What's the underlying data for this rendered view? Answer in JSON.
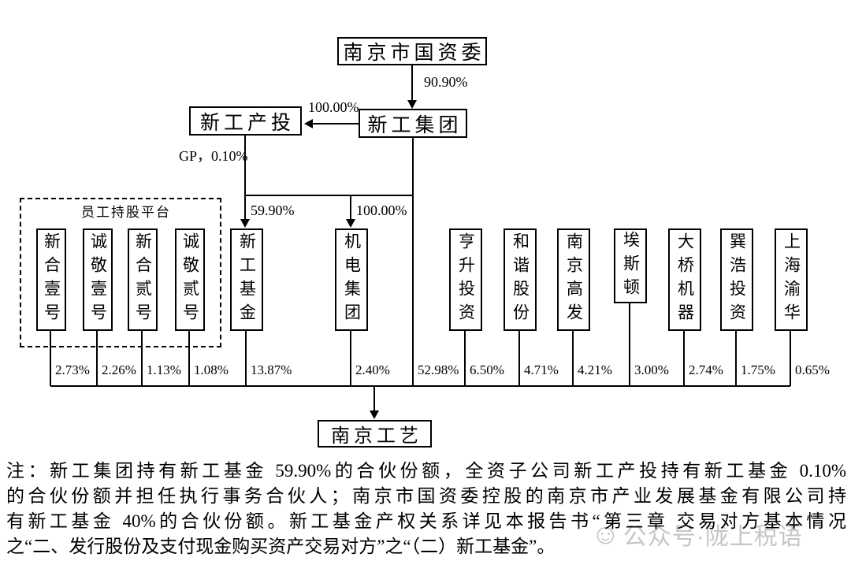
{
  "diagram": {
    "top_holder": "南京市国资委",
    "group": "新工集团",
    "chantou": "新工产投",
    "target": "南京工艺",
    "employee_platform_label": "员工持股平台",
    "edge_labels": {
      "top_to_group": "90.90%",
      "group_to_chantou": "100.00%",
      "chantou_gp": "GP，0.10%",
      "to_fund": "59.90%",
      "to_jidian": "100.00%"
    },
    "shareholders": [
      {
        "name": "新合壹号",
        "pct": "2.73%"
      },
      {
        "name": "诚敬壹号",
        "pct": "2.26%"
      },
      {
        "name": "新合贰号",
        "pct": "1.13%"
      },
      {
        "name": "诚敬贰号",
        "pct": "1.08%"
      },
      {
        "name": "新工基金",
        "pct": "13.87%"
      },
      {
        "name": "机电集团",
        "pct": "2.40%"
      },
      {
        "name": "新工集团",
        "pct": "52.98%"
      },
      {
        "name": "亨升投资",
        "pct": "6.50%"
      },
      {
        "name": "和谐股份",
        "pct": "4.71%"
      },
      {
        "name": "南京高发",
        "pct": "4.21%"
      },
      {
        "name": "埃斯顿",
        "pct": "3.00%"
      },
      {
        "name": "大桥机器",
        "pct": "2.74%"
      },
      {
        "name": "巽浩投资",
        "pct": "1.75%"
      },
      {
        "name": "上海渝华",
        "pct": "0.65%"
      }
    ]
  },
  "note": {
    "line1": "注：新工集团持有新工基金 59.90%的合伙份额，全资子公司新工产投持有新工基金 0.10%",
    "line2": "的合伙份额并担任执行事务合伙人；南京市国资委控股的南京市产业发展基金有限公司持",
    "line3": "有新工基金 40%的合伙份额。新工基金产权关系详见本报告书“第三章 交易对方基本情况",
    "line4": "之“二、发行股份及支付现金购买资产交易对方”之“（二）新工基金”。"
  },
  "watermark": {
    "icon": "smiley-face",
    "text": "公众号·陇上税语"
  }
}
